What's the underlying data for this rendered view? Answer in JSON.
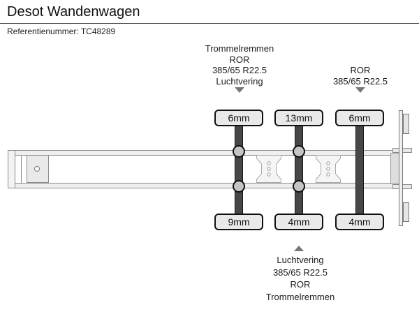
{
  "header": {
    "title": "Desot Wandenwagen",
    "reference": "Referentienummer: TC48289"
  },
  "diagram": {
    "annotations": {
      "top_center": {
        "lines": [
          "Trommelremmen",
          "ROR",
          "385/65 R22.5",
          "Luchtvering"
        ]
      },
      "top_right": {
        "lines": [
          "ROR",
          "385/65 R22.5"
        ]
      },
      "bottom_center": {
        "lines": [
          "Luchtvering",
          "385/65 R22.5",
          "ROR",
          "Trommelremmen"
        ]
      }
    },
    "brake_measurements": {
      "top_row": [
        "6mm",
        "13mm",
        "6mm"
      ],
      "bottom_row": [
        "9mm",
        "4mm",
        "4mm"
      ]
    },
    "colors": {
      "axle_bar": "#474747",
      "measurement_box_fill": "#e9e9e9",
      "hub_fill": "#c4c4c4",
      "arrow": "#777777",
      "chassis_line": "#8a8a8a"
    }
  }
}
